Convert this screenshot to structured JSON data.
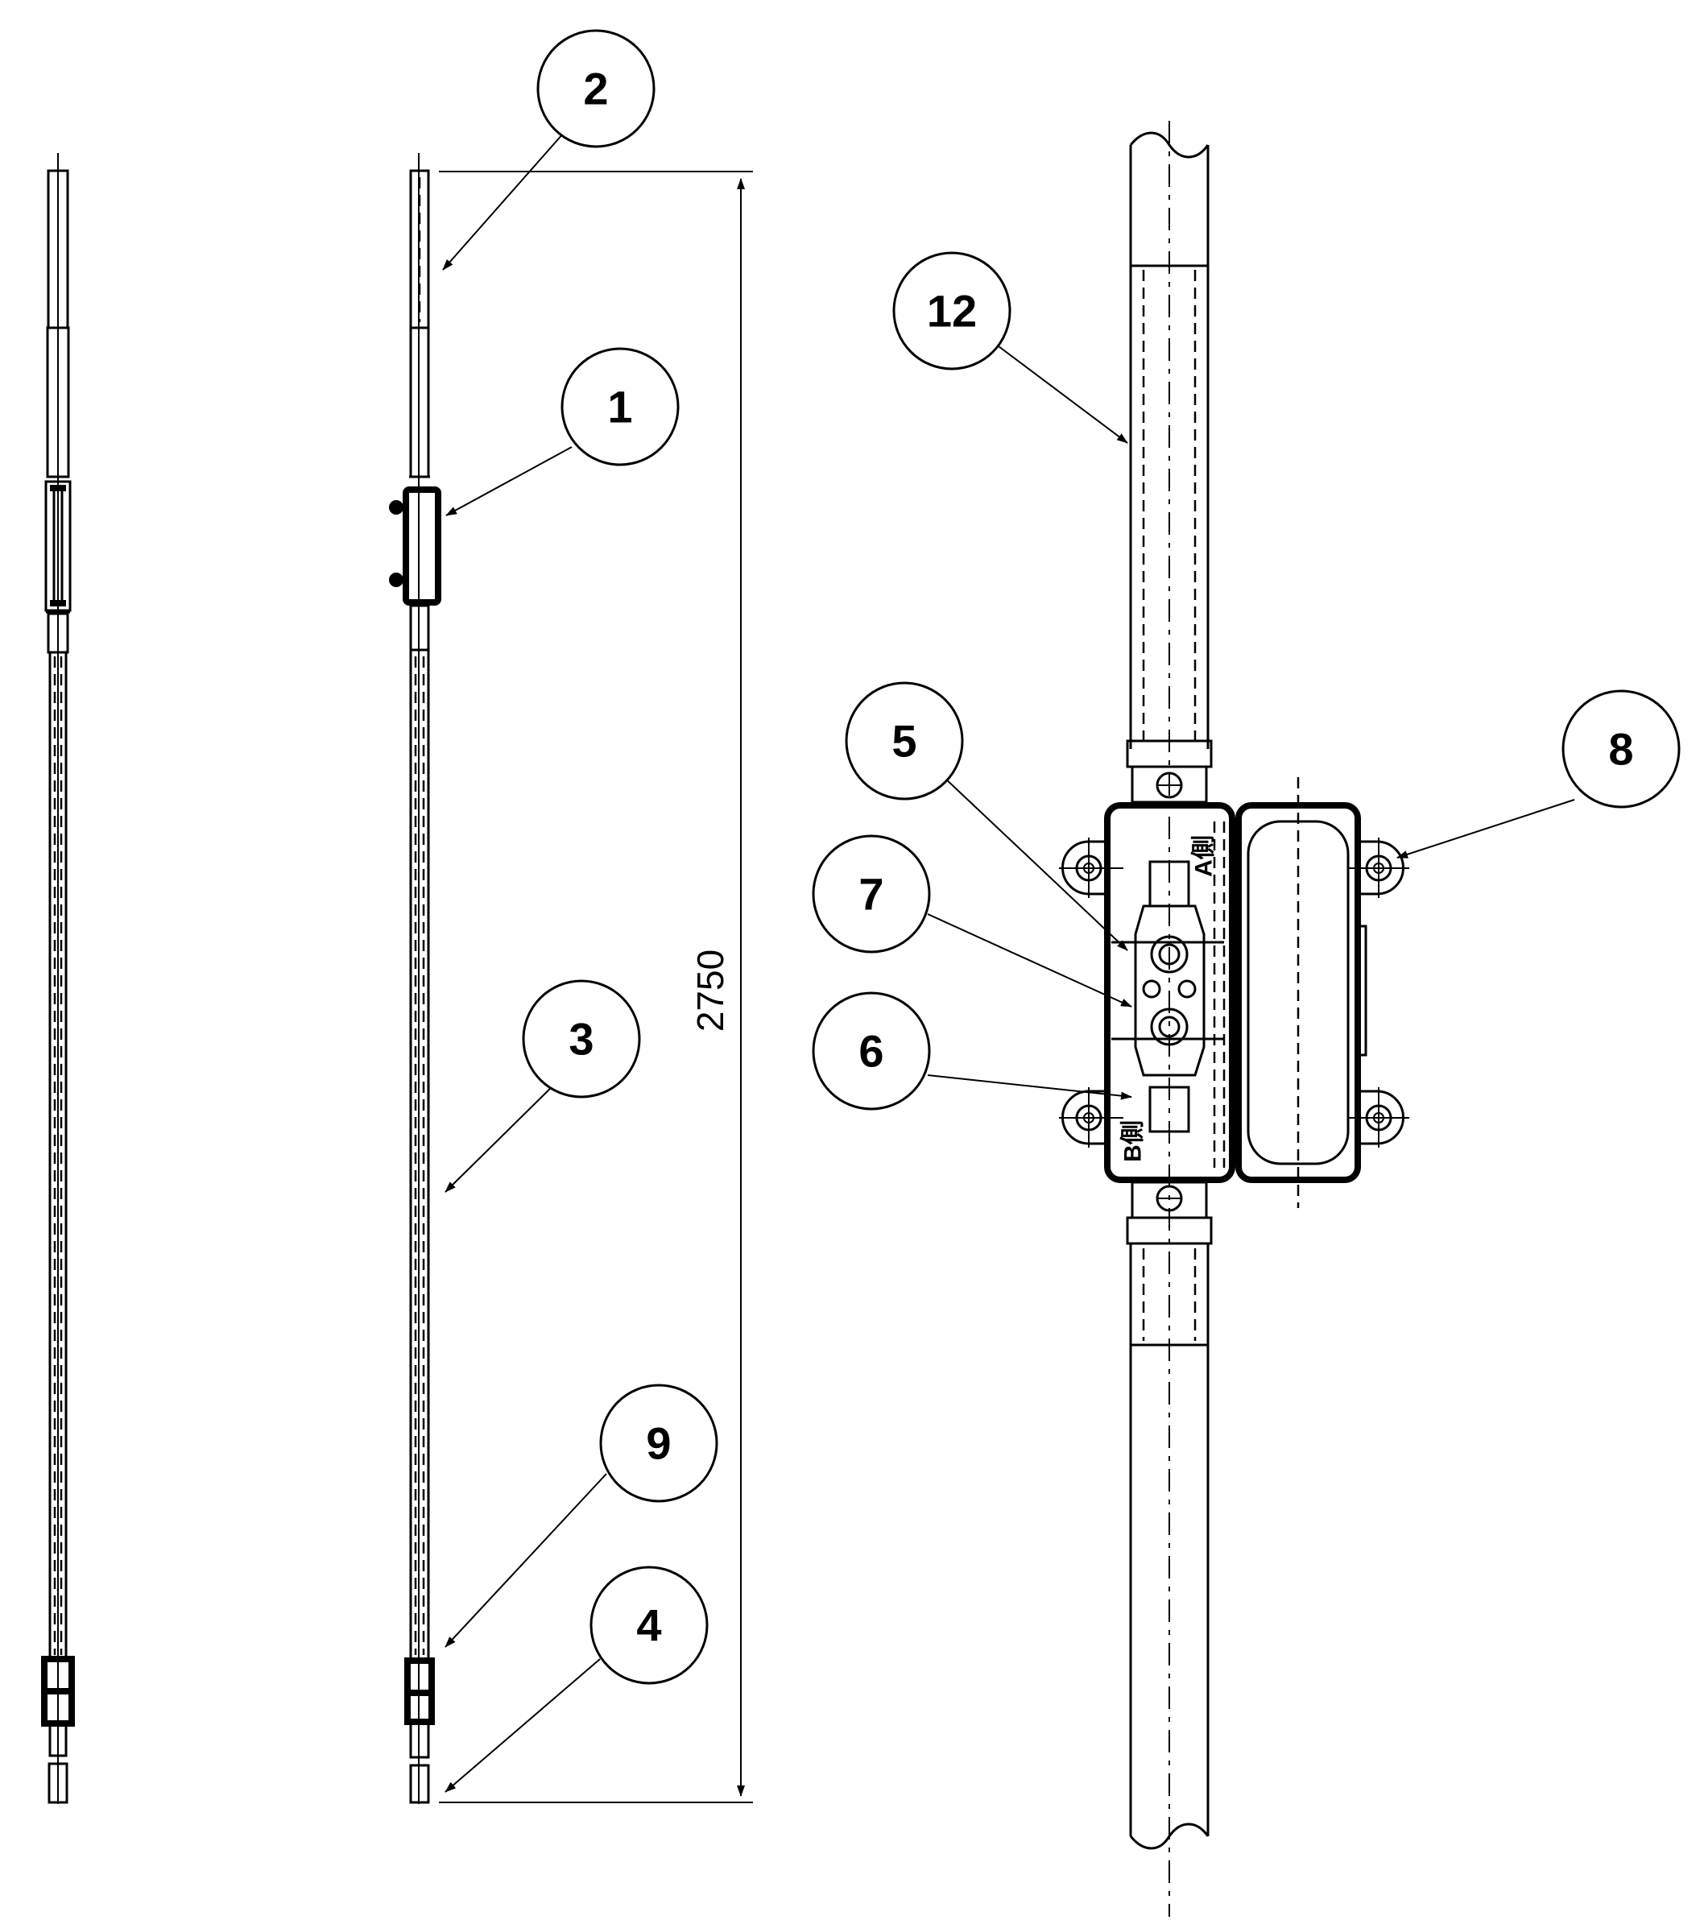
{
  "diagram": {
    "dimension_label": "2750",
    "side_labels": {
      "a": "A側",
      "b": "B側"
    },
    "callouts": [
      {
        "id": "2",
        "label": "2"
      },
      {
        "id": "1",
        "label": "1"
      },
      {
        "id": "3",
        "label": "3"
      },
      {
        "id": "9",
        "label": "9"
      },
      {
        "id": "4",
        "label": "4"
      },
      {
        "id": "12",
        "label": "12"
      },
      {
        "id": "5",
        "label": "5"
      },
      {
        "id": "7",
        "label": "7"
      },
      {
        "id": "6",
        "label": "6"
      },
      {
        "id": "8",
        "label": "8"
      }
    ]
  }
}
